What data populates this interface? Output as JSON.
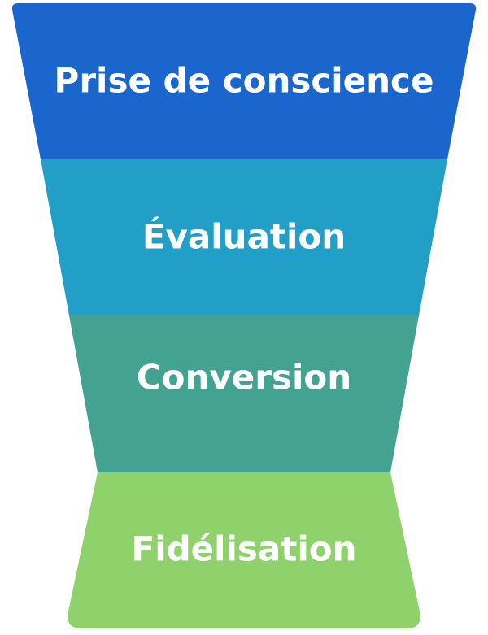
{
  "funnel": {
    "stages": [
      {
        "label": "Prise de conscience",
        "color": "#1a66cc"
      },
      {
        "label": "Évaluation",
        "color": "#229fc7"
      },
      {
        "label": "Conversion",
        "color": "#43a290"
      },
      {
        "label": "Fidélisation",
        "color": "#8fd16a"
      }
    ]
  }
}
